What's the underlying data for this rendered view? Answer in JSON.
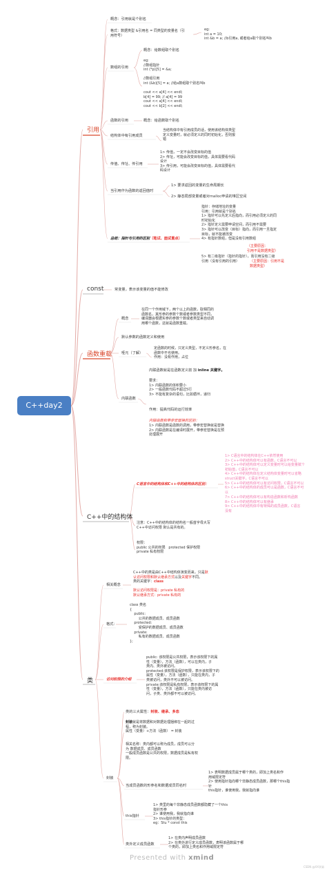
{
  "root": "C++day2",
  "branches": {
    "ref": "引用",
    "const": "const",
    "overload": "函数重载",
    "struct": "C++中的结构体",
    "class": "类"
  },
  "ref": {
    "concept": "概念：引用就是个别名",
    "format": "格式：数据类型 &引用名 = 同类型的变量名（引\n用符号）",
    "format_eg": "eg:\nint a = 10;\nint &b = a; //b引用a, 或者给a取个别名叫b",
    "arr_label": "数组的引用",
    "arr_concept": "概念：给数组取个别名",
    "arr_code": "eg:\n//数组指针\nint (*p)[5] = &a;\n\n//数组引用\nint (&b)[5] = a; //给a数组取个别名叫b\n\ncout << a[4] << endl;\nb[4] = 99; // a[4] = 99\ncout << a[4] << endl;\ncout << b[2] << endl;",
    "func_ref": "函数的引用",
    "func_ref_concept": "概念：给函数取个别名",
    "struct_ref": "结构体中有引用成员",
    "struct_ref_text": "当结构体中有引用成员的话，使用该结构体类型\n定义变量时，就必须定义的同时初始化，否则报\n错",
    "pass_label": "传值、传址、传引用",
    "pass_text": "1> 传值，一定不会改变目标的值\n2> 传址，可能会改变目标的值，具体需要看代码\n设计\n3> 传引用，可能会改变目标的值，具体需要看代\n码设计",
    "ret_label": "当引用作为函数的返回值时",
    "ret_1": "1> 要求返回的变量的生命周期长",
    "ret_2": "2> 静态局部变量或者对malloc申请的堆区空间",
    "summary_label": "总结：指针与引用的区别",
    "summary_note": "（笔试、面试重点）",
    "summary_text": "指针：存储地址的变量\n引用：引用就是个别名\n1> 指针可以先定义后指向，而引用必须定义的同\n时初始化\n2> 指针定义需要申请空间，而引用不需要\n3> 指针可以改变（目标）指向，而引用一旦指定\n目标，就不能被改变\n4> 有指针数组，但是没有引用数组",
    "summary_red_1": "（主要原因：\n引用不是数据类型）",
    "summary_text_2": "5> 有二级指针（指针的指针），而引用没有二级\n引用（没有引用的引用）",
    "summary_red_2": "（主要原因：引用不是\n数据类型）"
  },
  "const": {
    "text": "常变量，表示该变量的值不能修改"
  },
  "overload": {
    "concept_label": "概念",
    "concept_text": "在同一个作用域下，两个以上的函数，取相同的\n函数名，其形参的参数个数或者参数类型不同，\n编译器会根据实参的参数个数或者类型来自动调\n用哪个函数，这就是函数重载。",
    "default_arg": "默认参数的函数定义和使用",
    "placeholder_label": "哑元（了解）",
    "placeholder_text": "定函数的时候，只定义类型，不定义形参名，在\n函数中不也使用。\n作用：没有作用，占位",
    "inline_label": "内联函数",
    "inline_text_a": "内联函数就是在函数定义前 加 ",
    "inline_kw": "inline 关键字。",
    "inline_req": "要求：\n1> 内联函数的体积要小\n2> 一般函数代码不超过5行\n3> 不能有复杂的语句，比如循环，递归",
    "inline_use": "作用：提高代码的运行效率",
    "inline_diff_title": "内联函数和带参宏替换的区别：",
    "inline_diff_text": "1> 内联函数是函数的调用，带参宏替换就是替换\n2> 内联函数是在编译时展开，带参宏替换是在预\n处理展开"
  },
  "struct": {
    "diff_label": "C语言中的结构体和C++中的结构体的区别：",
    "diff_text": "1> C语言中的结构体在C++依然使用\n2> C++中的结构体可以有函数，C语言不可以\n3> C++中的结构体可以定义变量时可以给变量赋个\n初始值，C语言不可以\n4> C++中的结构体在定义结构体变量时可以省略\nstruct关键字，C语言不可以\n5> C++中的结构体可以有访问权限，C语言不可以\n6> C++中的结构体的成员可以是函数，C语言不可\n以",
    "diff_text_2": "7> C++中的结构体可以有构造函数和析构函数\n8> C++中的结构体可以有继承\n9> C++中的结构体中有特殊的成员函数，C语言\n没有",
    "note": "注意：C++中的结构体的结构名一般首字母大写\nC++中访问权限 默认是共有的。",
    "perm": "权限：\npublic 公共的权限   protected 保护权限\nprivate 私有权限"
  },
  "class": {
    "related_label": "相关概念",
    "related_text_1": "C++中的类是由C++中结构体演变而来，只是",
    "related_red_1": "默\n认访问权限和默认继承方式",
    "related_text_2": "以及",
    "related_red_2": "关键字",
    "related_text_3": "不同。\n类的关键字：",
    "related_red_3": "class",
    "related_red_4": "默认访问权限是：private 私有的\n默认继承方式：private 私有的",
    "format_label": "格式：",
    "format_code": "class 类名\n{\n    public:\n        公共的数据成员、成员函数\n    protected:\n        受保护的数据成员、成员函数\n    private:\n        私有的数据成员、成员函数\n};",
    "access_label": "访问权限的介绍",
    "access_text": "public: 该权限是公共权限，表示该权限下的属\n性（变量），方法（函数），可以在类内，子\n类内、类外被访问。\nprotected:该权限是保护权限，表示该权限下的\n属性（变量），方法（函数），只能在类内，子\n类被访问，类外不可以被访问。\nprivate:该权限是私有权限，表示该权限下的属\n性（变量），方法（函数），只能在类内被访\n问，子类、类外都不可以被访问。",
    "features_label": "类的三大属性：",
    "features_red": "封装、继承、多态",
    "encap_label": "封装",
    "encap_text_1": "封装",
    "encap_text_2": "就是将数据和对数据处理捆绑在一起的过\n程，称为封装。\n属性（变量）+方法（函数） = 封装",
    "encap_text_3": "相关名称：类内都可以称为成员，成员可以分\n为 数据成员、成员函数\n一般成员函数是公共的权限，数据成员是私有权\n限。",
    "same_name_label": "当成员函数的形参名和数据成员同名时",
    "same_name_text": "1> 表明数据成员属于哪个类的，即加上类名和作\n用域限定符\n2> 使用指针指向哪个非静态成员函数，那哪个this指\n针\nthis指针，谁使用我，我就指向谁",
    "this_label": "this指针",
    "this_text": "1> 类里的每个非静态成员函数都隐藏了一个this\n指针形参\n2> 谁使用我，我就指向谁\n3> this指针的类型：\neg：Stu * const this",
    "outside_label": "类外定义成员函数",
    "outside_text": "1> 在类内声明成员函数\n2> 在类外进行定义成员函数，表明该函数属于哪\n个类的，即加上类名和作用域限定符"
  },
  "footer": {
    "presented": "Presented with",
    "brand": "xmind",
    "watermark": "CSDN @XX学弟"
  },
  "colors": {
    "root_bg": "#4a7fc4",
    "branch_line": "#e8b3b0",
    "red": "#e8322e",
    "pink": "#f07cb0",
    "orange_branch": "#d9472b",
    "purple_branch": "#4b3f8e"
  }
}
